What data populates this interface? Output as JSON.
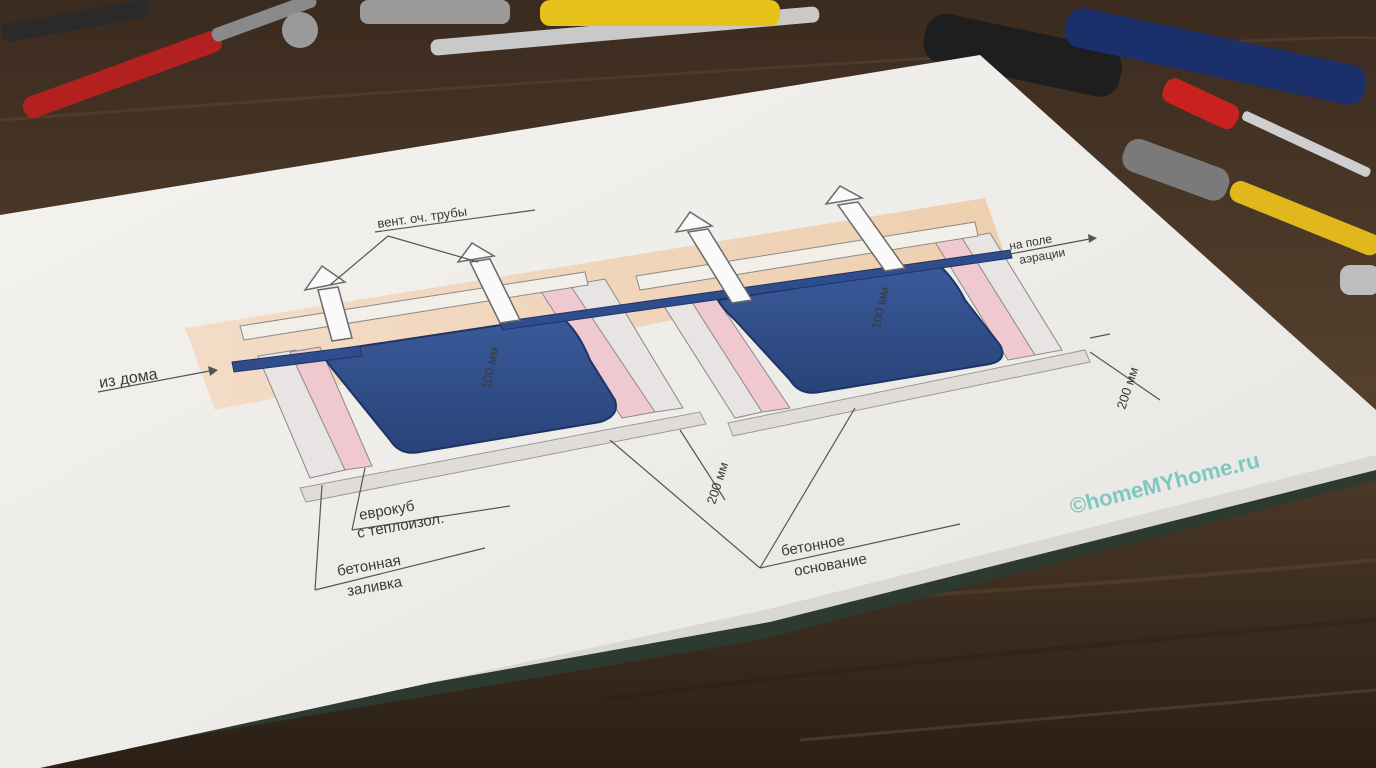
{
  "diagram": {
    "labels": {
      "vent_pipes": "вент. оч. трубы",
      "from_house": "из дома",
      "to_field_line1": "на поле",
      "to_field_line2": "аэрации",
      "depth_left": "100 мм",
      "depth_right": "100 мм",
      "base_left": "200 мм",
      "base_right": "200 мм",
      "eurocube_line1": "еврокуб",
      "eurocube_line2": "с теплоизол.",
      "concrete_fill_line1": "бетонная",
      "concrete_fill_line2": "заливка",
      "concrete_base_line1": "бетонное",
      "concrete_base_line2": "основание"
    },
    "watermark": "©homeMYhome.ru"
  },
  "colors": {
    "tank": "#2f4d8c",
    "soil": "#f1d5bb",
    "paper": "#eeedea",
    "desk": "#4a3524",
    "watermark": "#7fc7bf"
  }
}
